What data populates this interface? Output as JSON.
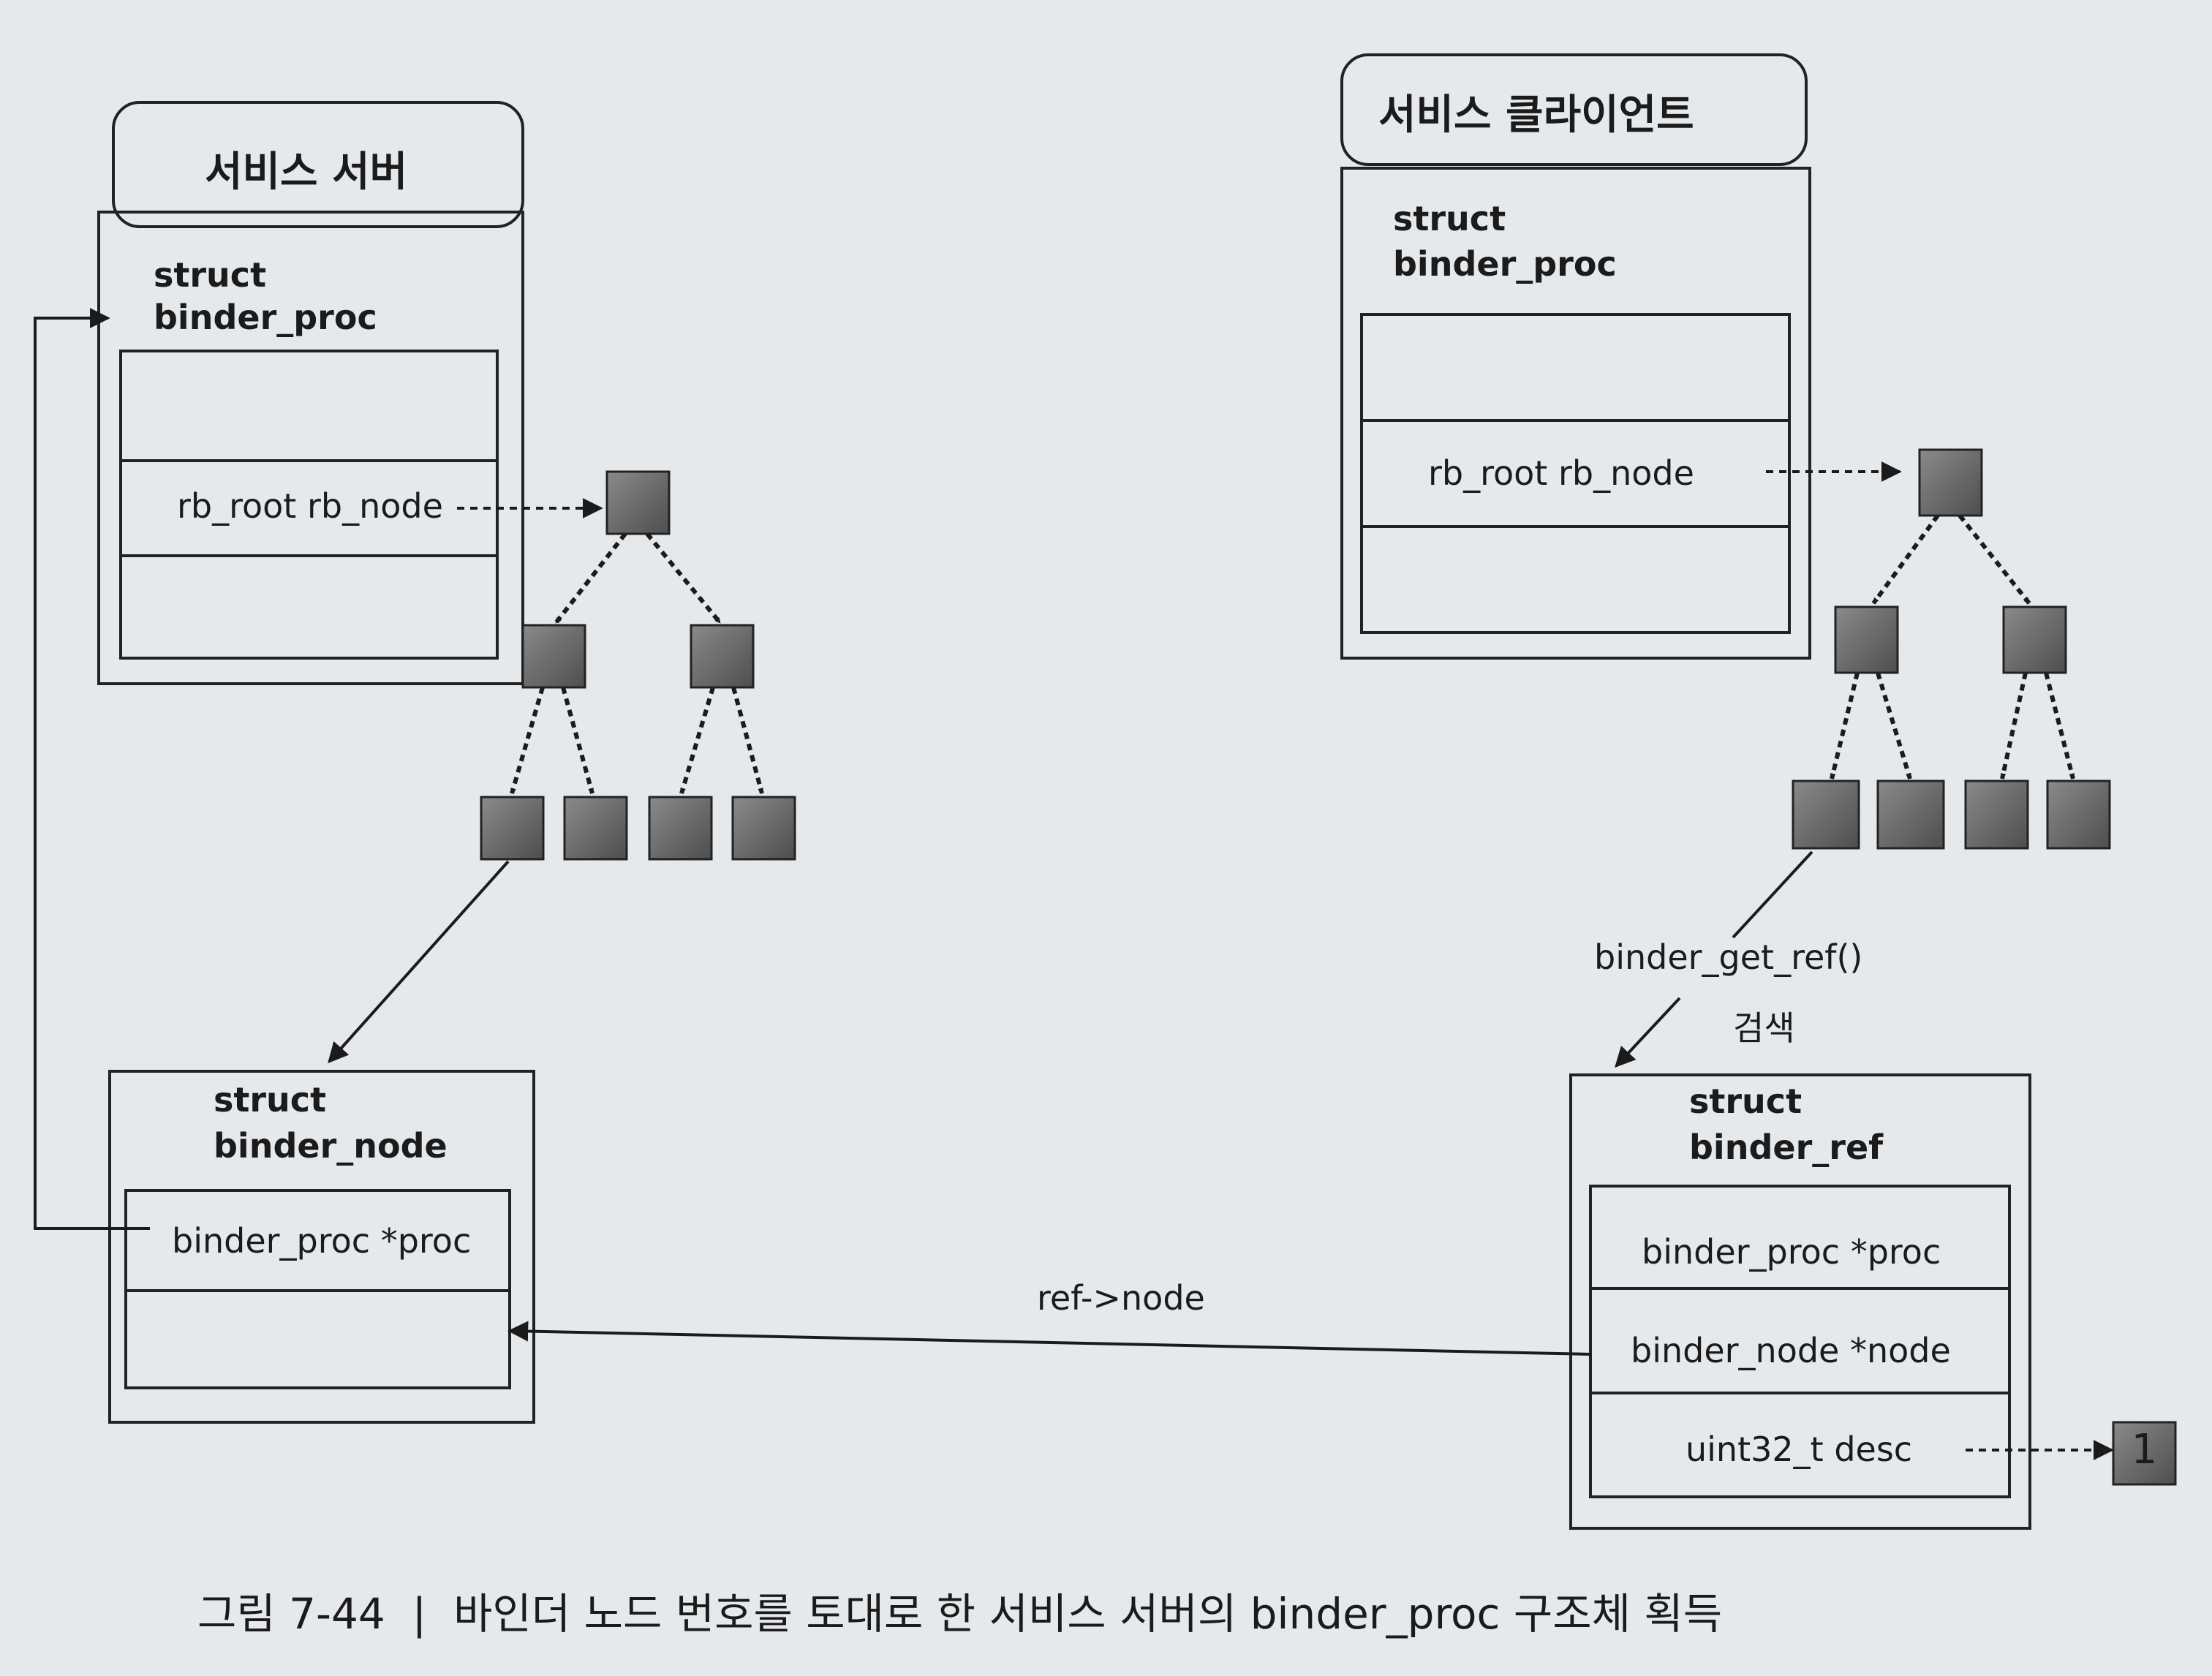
{
  "server": {
    "title": "서비스 서버",
    "proc_struct": {
      "line1": "struct",
      "line2": "binder_proc",
      "field": "rb_root rb_node"
    },
    "node_struct": {
      "line1": "struct",
      "line2": "binder_node",
      "field": "binder_proc *proc"
    }
  },
  "client": {
    "title": "서비스 클라이언트",
    "proc_struct": {
      "line1": "struct",
      "line2": "binder_proc",
      "field": "rb_root rb_node"
    },
    "ref_struct": {
      "line1": "struct",
      "line2": "binder_ref",
      "fields": [
        "binder_proc *proc",
        "binder_node *node",
        "uint32_t desc"
      ]
    },
    "desc_value": "1"
  },
  "edges": {
    "lookup_func": "binder_get_ref()",
    "lookup_word": "검색",
    "ref_node": "ref->node"
  },
  "caption": "그림 7-44  |  바인더 노드 번호를 토대로 한 서비스 서버의 binder_proc 구조체 획득",
  "colors": {
    "box_stroke": "#222222",
    "node_fill": "#6b6b6b",
    "background": "#e6e9ec"
  }
}
